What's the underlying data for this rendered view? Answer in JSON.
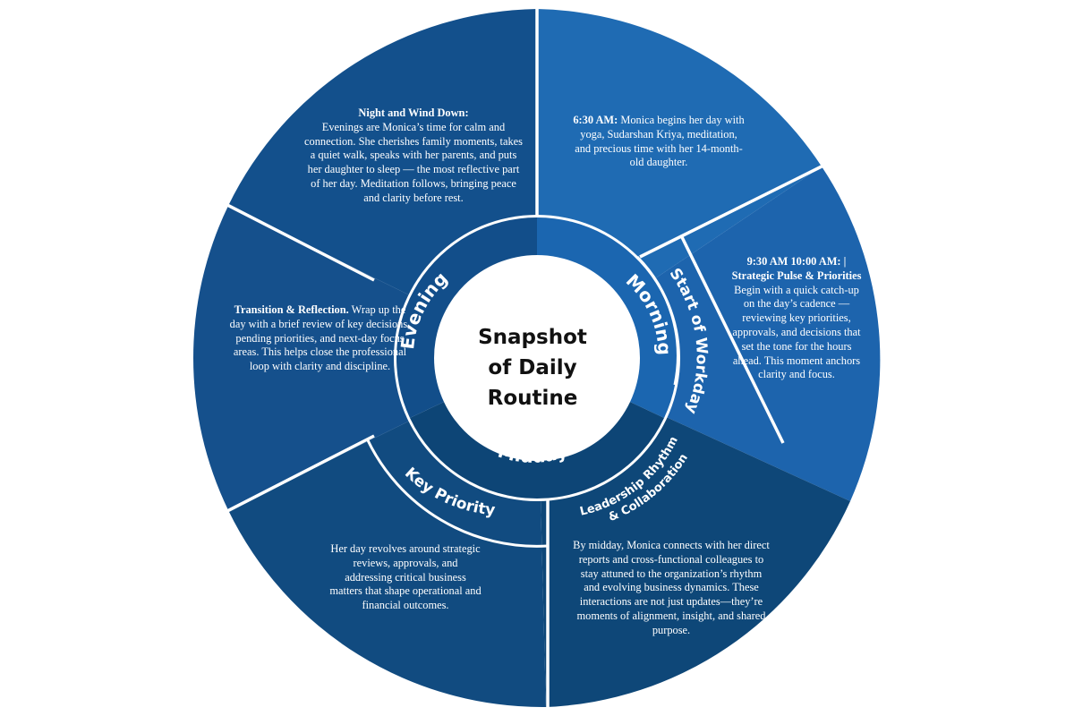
{
  "title_lines": [
    "Snapshot",
    "of Daily",
    "Routine"
  ],
  "colors": {
    "seg_morning": "#1f6bb3",
    "seg_workday": "#1d64ad",
    "seg_midday": "#0e4778",
    "seg_priority": "#114b80",
    "seg_transition": "#15508c",
    "seg_evening": "#13508c",
    "ring_morning": "#1b66b0",
    "ring_midday": "#0d4576",
    "ring_evening": "#124e8a"
  },
  "ring": {
    "morning": "Morning",
    "start_workday": "Start of Workday",
    "midday": "Midday",
    "key_priority": "Key Priority",
    "leadership_1": "Leadership Rhythm",
    "leadership_2": "& Collaboration",
    "evening": "Evening"
  },
  "segments": {
    "morning": {
      "bold": "6:30 AM:",
      "text": " Monica begins her day with yoga, Sudarshan Kriya, meditation, and precious time with her 14-month-old daughter."
    },
    "workday": {
      "bold": "9:30 AM 10:00 AM: | Strategic Pulse & Priorities",
      "text": " Begin with a quick catch-up on the day’s cadence — reviewing key priorities, approvals, and decisions that set the tone for the hours ahead. This moment anchors clarity and focus."
    },
    "leadership": {
      "text": "By midday, Monica connects with her direct reports and cross-functional colleagues to stay attuned to the organization’s rhythm and evolving business dynamics. These interactions are not just updates—they’re moments of alignment, insight, and shared purpose."
    },
    "priority": {
      "text": "Her day revolves around strategic reviews, approvals, and addressing critical business matters that shape operational and financial outcomes."
    },
    "transition": {
      "bold": "Transition & Reflection.",
      "text": " Wrap up the day with a brief review of key decisions, pending priorities, and next-day focus areas. This helps close the professional loop with clarity and discipline."
    },
    "night": {
      "bold": "Night and Wind Down:",
      "text": " Evenings are Monica’s time for calm and connection. She cherishes family moments, takes a quiet walk, speaks with her parents, and puts her daughter to sleep — the most reflective part of her day. Meditation follows, bringing peace and clarity before rest."
    }
  }
}
